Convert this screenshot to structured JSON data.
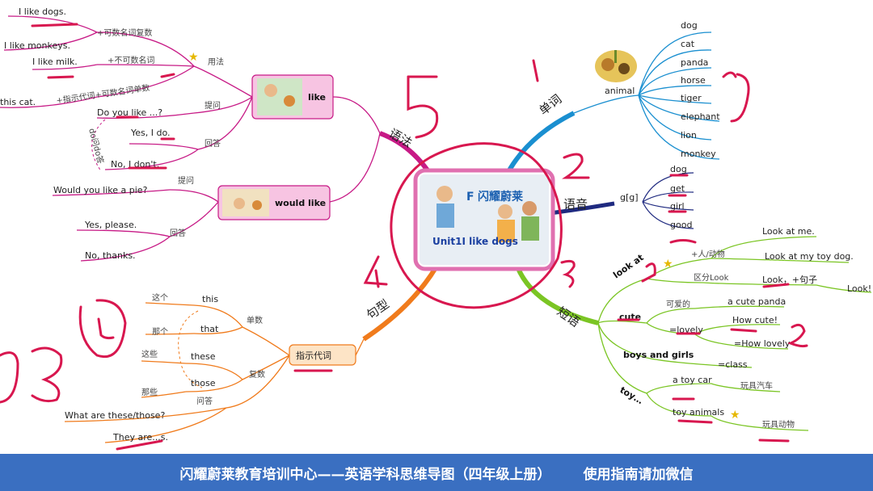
{
  "center": {
    "brand": "闪耀蔚莱",
    "title": "Unit1I like dogs"
  },
  "branches": {
    "words": "单词",
    "phonics": "语音",
    "phrases": "短语",
    "sentences": "句型",
    "grammar": "语法"
  },
  "words": {
    "group": "animal",
    "items": [
      "dog",
      "cat",
      "panda",
      "horse",
      "tiger",
      "elephant",
      "lion",
      "monkey"
    ]
  },
  "phonics": {
    "sound": "g[g]",
    "items": [
      "dog",
      "get",
      "girl",
      "good"
    ]
  },
  "phrases": {
    "look_at": "look at",
    "look_at_a": "+人/动物",
    "look_at_a1": "Look at me.",
    "look_at_a2": "Look at my toy dog.",
    "look_at_b": "区分Look",
    "look_at_b1": "Look，+句子",
    "look_at_b2": "Look!",
    "cute": "cute",
    "cute_a": "可爱的",
    "cute_a1": "a cute panda",
    "cute_b": "=lovely",
    "cute_b1": "How cute!",
    "cute_b2": "=How lovely",
    "boys": "boys and girls",
    "boys_a": "=class",
    "toy": "toy…",
    "toy_a": "a toy car",
    "toy_a1": "玩具汽车",
    "toy_b": "toy animals",
    "toy_b1": "玩具动物"
  },
  "sentences": {
    "root": "指示代词",
    "singular": "单数",
    "plural": "复数",
    "qa": "问答",
    "this": "this",
    "this_cn": "这个",
    "that": "that",
    "that_cn": "那个",
    "these": "these",
    "these_cn": "这些",
    "those": "those",
    "those_cn": "那些",
    "q": "What are these/those?",
    "a": "They are...s."
  },
  "grammar": {
    "like": "like",
    "would_like": "would like",
    "usage": "用法",
    "ask": "提问",
    "answer": "回答",
    "ask2": "提问",
    "answer2": "回答",
    "u1": "I like dogs.",
    "u1n": "+可数名词复数",
    "u2": "I like monkeys.",
    "u3": "I like milk.",
    "u3n": "+不可数名词",
    "u4": "this cat.",
    "u4n": "+指示代词+可数名词单数",
    "q1": "Do you like ...?",
    "a1": "Yes, I do.",
    "a2": "No, I don't.",
    "doask": "do问do答",
    "q2": "Would you like a pie?",
    "a3": "Yes, please.",
    "a4": "No, thanks."
  },
  "footer": {
    "left": "闪耀蔚莱教育培训中心——英语学科思维导图（四年级上册）",
    "right": "使用指南请加微信"
  }
}
